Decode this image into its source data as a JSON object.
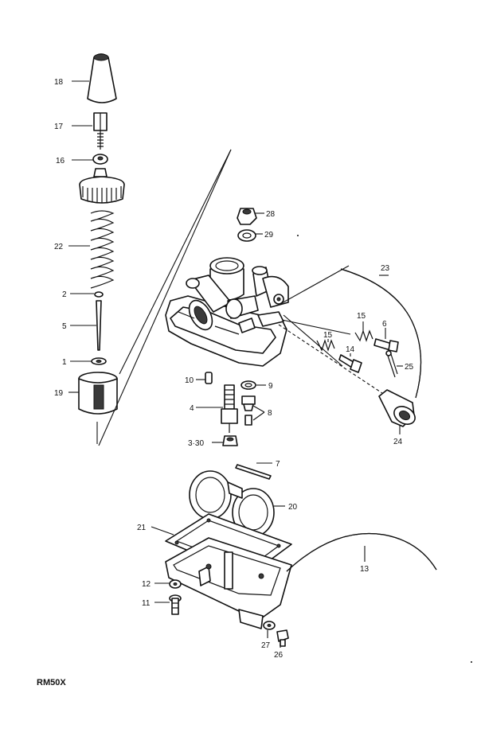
{
  "model_code": "RM50X",
  "callouts": {
    "c18": "18",
    "c17": "17",
    "c16": "16",
    "c22": "22",
    "c2": "2",
    "c5": "5",
    "c1": "1",
    "c19": "19",
    "c28": "28",
    "c29": "29",
    "c23": "23",
    "c15a": "15",
    "c6": "6",
    "c15b": "15",
    "c14": "14",
    "c25": "25",
    "c10": "10",
    "c9": "9",
    "c4": "4",
    "c8": "8",
    "c24": "24",
    "c330": "3·30",
    "c7": "7",
    "c20": "20",
    "c21": "21",
    "c13": "13",
    "c12": "12",
    "c11": "11",
    "c27": "27",
    "c26": "26"
  }
}
